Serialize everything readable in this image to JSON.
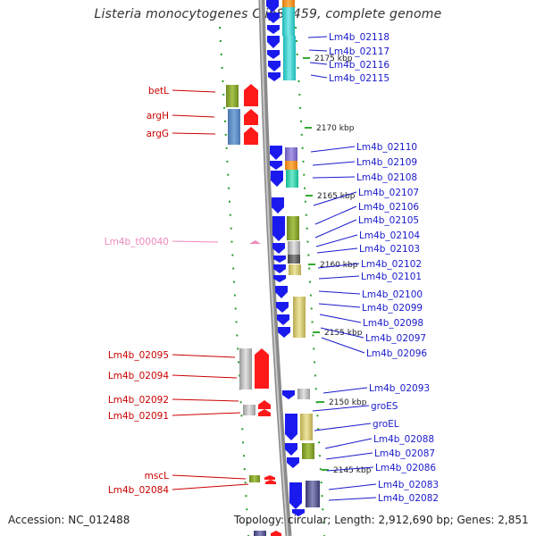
{
  "title": "Listeria monocytogenes Clip81459, complete genome",
  "accession": "Accession: NC_012488",
  "topology": "Topology: circular; Length: 2,912,690 bp; Genes: 2,851",
  "colors": {
    "forward_arrow": "#ff1a1a",
    "reverse_arrow": "#1a1aee",
    "forward_label": "#cc0000",
    "reverse_label": "#1a1acc",
    "rna_label": "#ee88bb",
    "backbone": "#888888",
    "scale_tick": "#33aa33"
  },
  "scale_ticks": [
    "2175 kbp",
    "2170 kbp",
    "2165 kbp",
    "2160 kbp",
    "2155 kbp",
    "2150 kbp",
    "2145 kbp"
  ],
  "left_genes": [
    "betL",
    "argH",
    "argG",
    "Lm4b_t00040",
    "Lm4b_02095",
    "Lm4b_02094",
    "Lm4b_02092",
    "Lm4b_02091",
    "mscL",
    "Lm4b_02084"
  ],
  "right_genes": [
    "Lm4b_02118",
    "Lm4b_02117",
    "Lm4b_02116",
    "Lm4b_02115",
    "Lm4b_02110",
    "Lm4b_02109",
    "Lm4b_02108",
    "Lm4b_02107",
    "Lm4b_02106",
    "Lm4b_02105",
    "Lm4b_02104",
    "Lm4b_02103",
    "Lm4b_02102",
    "Lm4b_02101",
    "Lm4b_02100",
    "Lm4b_02099",
    "Lm4b_02098",
    "Lm4b_02097",
    "Lm4b_02096",
    "Lm4b_02093",
    "groES",
    "groEL",
    "Lm4b_02088",
    "Lm4b_02087",
    "Lm4b_02086",
    "Lm4b_02083",
    "Lm4b_02082"
  ]
}
